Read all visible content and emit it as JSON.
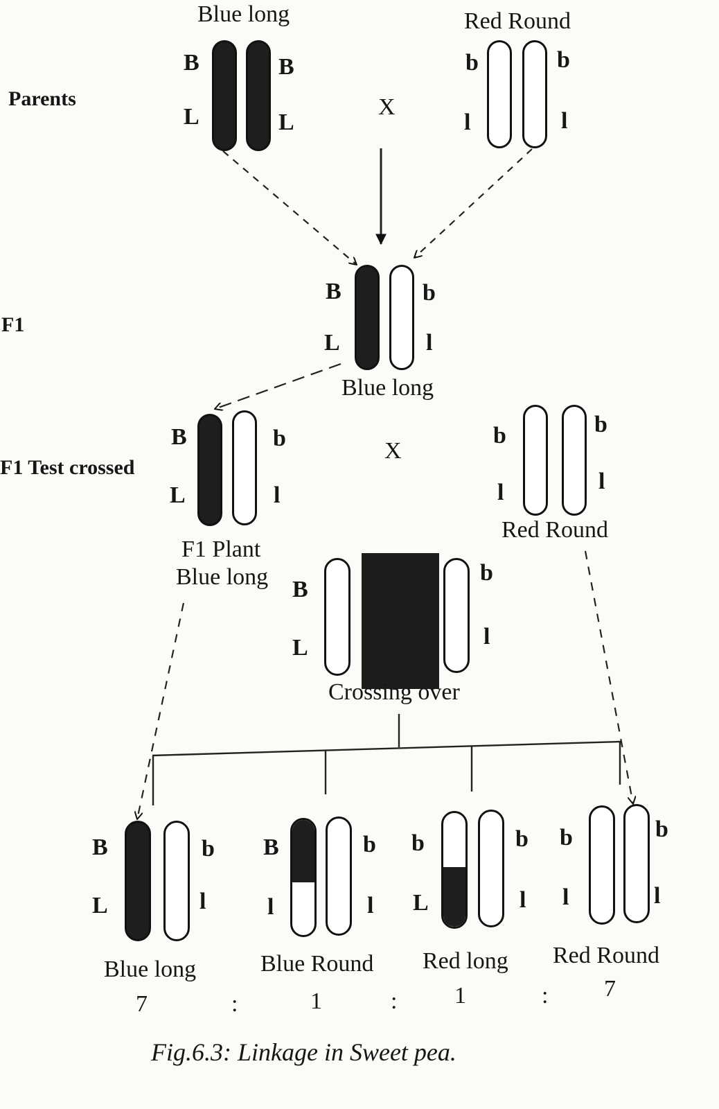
{
  "parents": {
    "row_label": "Parents",
    "cross": "X",
    "left": {
      "name": "Blue long",
      "gene_top_left": "B",
      "gene_top_right": "B",
      "gene_bottom_left": "L",
      "gene_bottom_right": "L"
    },
    "right": {
      "name": "Red Round",
      "gene_top_left": "b",
      "gene_top_right": "b",
      "gene_bottom_left": "l",
      "gene_bottom_right": "l"
    }
  },
  "f1": {
    "row_label": "F1",
    "name": "Blue long",
    "gene_top_left": "B",
    "gene_top_right": "b",
    "gene_bottom_left": "L",
    "gene_bottom_right": "l"
  },
  "testcross": {
    "row_label": "F1 Test crossed",
    "cross": "X",
    "left": {
      "name_line1": "F1 Plant",
      "name_line2": "Blue long",
      "gene_top_left": "B",
      "gene_top_right": "b",
      "gene_bottom_left": "L",
      "gene_bottom_right": "l"
    },
    "right": {
      "name": "Red Round",
      "gene_top_left": "b",
      "gene_top_right": "b",
      "gene_bottom_left": "l",
      "gene_bottom_right": "l"
    }
  },
  "crossing_over": {
    "label": "Crossing over",
    "gene_top_left": "B",
    "gene_top_right": "b",
    "gene_bottom_left": "L",
    "gene_bottom_right": "l"
  },
  "offspring": [
    {
      "name": "Blue long",
      "ratio": "7",
      "gene_top_left": "B",
      "gene_top_right": "b",
      "gene_bottom_left": "L",
      "gene_bottom_right": "l"
    },
    {
      "name": "Blue Round",
      "ratio": "1",
      "gene_top_left": "B",
      "gene_top_right": "b",
      "gene_bottom_left": "l",
      "gene_bottom_right": "l"
    },
    {
      "name": "Red long",
      "ratio": "1",
      "gene_top_left": "b",
      "gene_top_right": "b",
      "gene_bottom_left": "L",
      "gene_bottom_right": "l"
    },
    {
      "name": "Red Round",
      "ratio": "7",
      "gene_top_left": "b",
      "gene_top_right": "b",
      "gene_bottom_left": "l",
      "gene_bottom_right": "l"
    }
  ],
  "ratio_separator": ":",
  "figure_caption": "Fig.6.3: Linkage in Sweet pea."
}
